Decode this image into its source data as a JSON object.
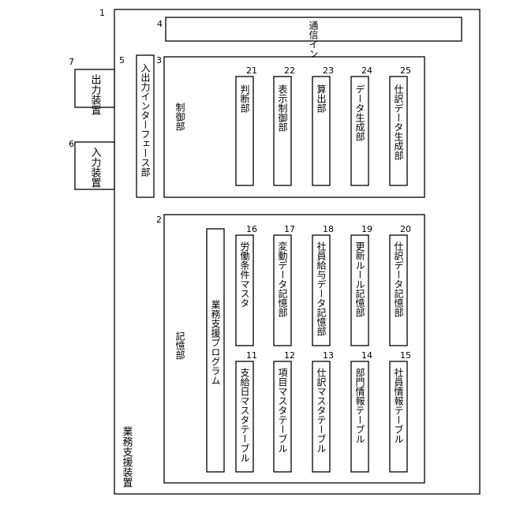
{
  "device": {
    "label": "業務支援装置",
    "ref": "1"
  },
  "comm_if": {
    "label": "通信インターフェース部",
    "ref": "4"
  },
  "io_if": {
    "label": "入出力インターフェース部",
    "ref": "5"
  },
  "input_device": {
    "label": "入力装置",
    "ref": "6"
  },
  "output_device": {
    "label": "出力装置",
    "ref": "7"
  },
  "controller": {
    "label": "制御部",
    "ref": "3",
    "units": [
      {
        "label": "判断部",
        "ref": "21"
      },
      {
        "label": "表示制御部",
        "ref": "22"
      },
      {
        "label": "算出部",
        "ref": "23"
      },
      {
        "label": "データ生成部",
        "ref": "24"
      },
      {
        "label": "仕訳データ生成部",
        "ref": "25"
      }
    ]
  },
  "storage": {
    "label": "記憶部",
    "ref": "2",
    "program": {
      "label": "業務支援プログラム"
    },
    "top_items": [
      {
        "label": "労働条件マスタ",
        "ref": "16"
      },
      {
        "label": "変動データ記憶部",
        "ref": "17"
      },
      {
        "label": "社員給与データ記憶部",
        "ref": "18"
      },
      {
        "label": "更新ルール記憶部",
        "ref": "19"
      },
      {
        "label": "仕訳データ記憶部",
        "ref": "20"
      }
    ],
    "bottom_items": [
      {
        "label": "支給日マスタテーブル",
        "ref": "11"
      },
      {
        "label": "項目マスタテーブル",
        "ref": "12"
      },
      {
        "label": "仕訳マスタテーブル",
        "ref": "13"
      },
      {
        "label": "部門情報テーブル",
        "ref": "14"
      },
      {
        "label": "社員情報テーブル",
        "ref": "15"
      }
    ]
  }
}
